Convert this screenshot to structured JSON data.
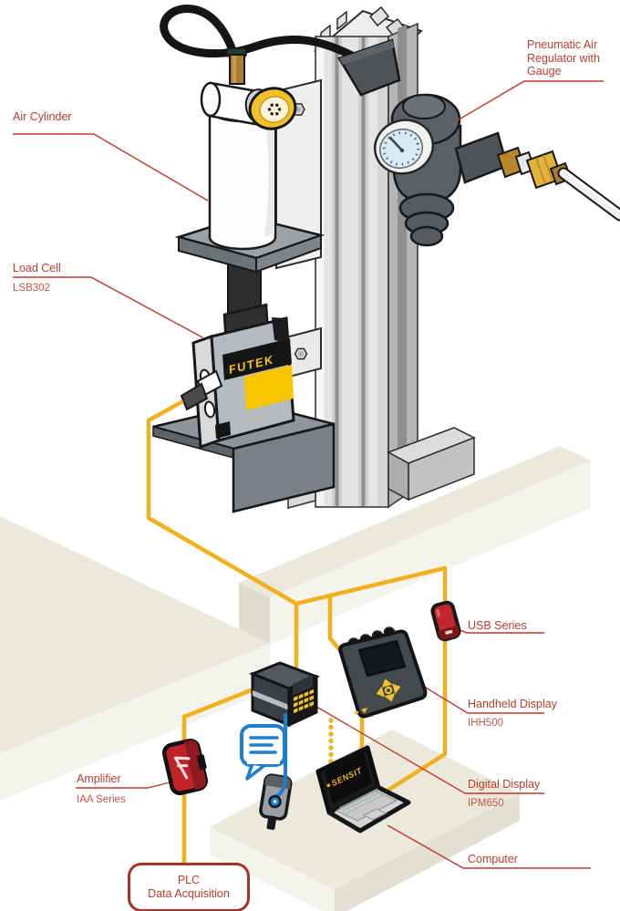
{
  "labels": {
    "air_cylinder": {
      "label": "Air Cylinder"
    },
    "load_cell": {
      "label": "Load Cell",
      "model": "LSB302"
    },
    "regulator": {
      "label": "Pneumatic Air\nRegulator with\nGauge"
    },
    "usb": {
      "label": "USB Series"
    },
    "handheld_display": {
      "label": "Handheld Display",
      "model": "IHH500"
    },
    "digital_display": {
      "label": "Digital Display",
      "model": "IPM650"
    },
    "amplifier": {
      "label": "Amplifier",
      "model": "IAA Series"
    },
    "computer": {
      "label": "Computer"
    },
    "plc": {
      "line1": "PLC",
      "line2": "Data Acquisition"
    }
  },
  "branding": {
    "load_cell_logo": "FUTEK",
    "laptop_logo": "SENSIT"
  },
  "colors": {
    "label_red": "#C23B2A",
    "leader_red": "#C0392B",
    "plc_border": "#A93226",
    "wire_yellow": "#F0B11E",
    "cable_blue": "#1D7FD0",
    "accent_yellow": "#F7C600",
    "surface_cream": "#EBE8DC"
  }
}
